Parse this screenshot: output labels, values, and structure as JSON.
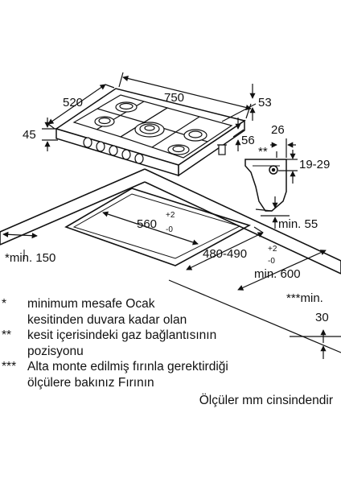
{
  "dimensions": {
    "width_520": "520",
    "width_750": "750",
    "depth_53": "53",
    "height_45": "45",
    "dim_56": "56",
    "dim_26": "26",
    "dim_19_29": "19-29",
    "mark_double": "**",
    "min_55": "min. 55",
    "cutout_width": "560",
    "cutout_width_tol_plus": "+2",
    "cutout_width_tol_minus": "-0",
    "cutout_depth": "480-490",
    "cutout_depth_tol_plus": "+2",
    "cutout_depth_tol_minus": "-0",
    "min_150": "*min. 150",
    "min_600": "min. 600",
    "min_30_a": "***min.",
    "min_30_b": "30"
  },
  "notes": [
    {
      "mark": "*",
      "line1": "minimum mesafe Ocak",
      "line2": "kesitinden duvara kadar olan"
    },
    {
      "mark": "**",
      "line1": "kesit içerisindeki gaz bağlantısının",
      "line2": "pozisyonu"
    },
    {
      "mark": "***",
      "line1": "Alta monte edilmiş fırınla gerektirdiği",
      "line2": "ölçülere bakınız Fırının"
    }
  ],
  "units_note": "Ölçüler mm cinsindendir"
}
